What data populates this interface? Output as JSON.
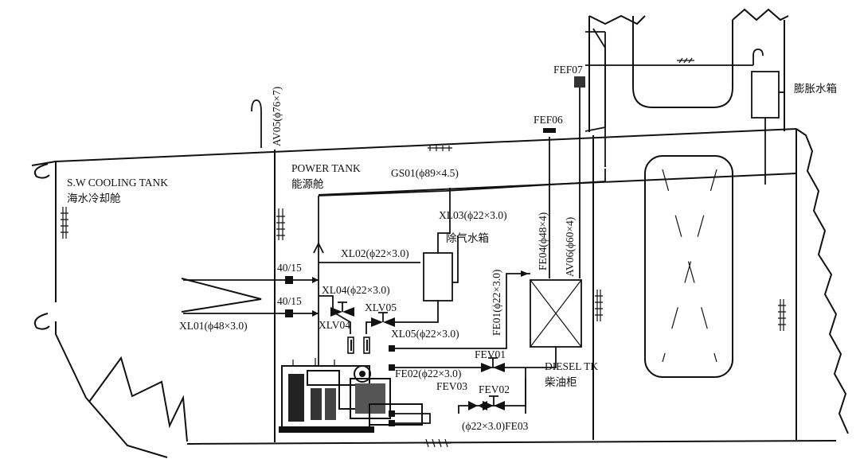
{
  "labels": {
    "av05": "AV05(ϕ76×7)",
    "sw_cooling_en": "S.W COOLING TANK",
    "sw_cooling_cn": "海水冷却舱",
    "power_tank_en": "POWER TANK",
    "power_tank_cn": "能源舱",
    "gs01": "GS01(ϕ89×4.5)",
    "fef06": "FEF06",
    "fef07": "FEF07",
    "expansion_tank": "膨胀水箱",
    "xl03": "XL03(ϕ22×3.0)",
    "deaerator": "除气水箱",
    "xl02": "XL02(ϕ22×3.0)",
    "fe04": "FE04(ϕ48×4)",
    "av06": "AV06(ϕ60×4)",
    "fe01": "FE01(ϕ22×3.0)",
    "flange_upper": "40/15",
    "flange_lower": "40/15",
    "xl04": "XL04(ϕ22×3.0)",
    "xlv05": "XLV05",
    "xl01": "XL01(ϕ48×3.0)",
    "xlv04": "XLV04",
    "xl05": "XL05(ϕ22×3.0)",
    "fev01": "FEV01",
    "fe02": "FE02(ϕ22×3.0)",
    "diesel_en": "DIESEL TK",
    "diesel_cn": "柴油柜",
    "fev03": "FEV03",
    "fev02": "FEV02",
    "fe03": "(ϕ22×3.0)FE03"
  }
}
